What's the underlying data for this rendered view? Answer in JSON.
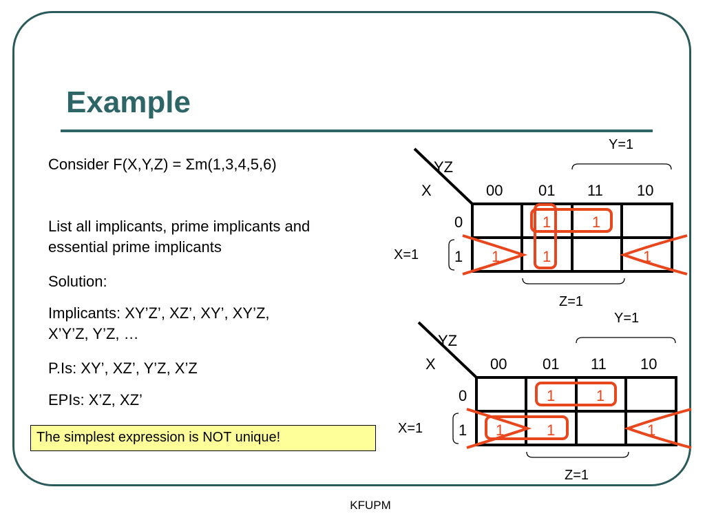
{
  "slide": {
    "title": "Example",
    "footer": "KFUPM",
    "lines": {
      "consider": "Consider F(X,Y,Z) = Σm(1,3,4,5,6)",
      "list1": "List all implicants, prime implicants and",
      "list2": "essential prime implicants",
      "solution": "Solution:",
      "implicants1": "Implicants: XY’Z’, XZ’, XY’, XY’Z,",
      "implicants2": "X’Y’Z, Y’Z, …",
      "pis": "P.Is: XY’, XZ’, Y’Z, X’Z",
      "epis": "EPIs: X’Z, XZ’"
    },
    "note": "The simplest expression is NOT unique!"
  },
  "kmap_labels": {
    "yz": "YZ",
    "x": "X",
    "cols": [
      "00",
      "01",
      "11",
      "10"
    ],
    "rows": [
      "0",
      "1"
    ],
    "y_eq": "Y=1",
    "z_eq": "Z=1",
    "x_eq": "X=1"
  },
  "kmaps": [
    {
      "cells": [
        [
          "",
          "1",
          "1",
          ""
        ],
        [
          "1",
          "1",
          "",
          "1"
        ]
      ],
      "groups": [
        "X’Z (row 0, cols 01–11)",
        "Y’Z (col 01, rows 0–1)",
        "XZ’ (row 1, cols 00 and 10 wrap-around)"
      ]
    },
    {
      "cells": [
        [
          "",
          "1",
          "1",
          ""
        ],
        [
          "1",
          "1",
          "",
          "1"
        ]
      ],
      "groups": [
        "X’Z (row 0, cols 01–11)",
        "XY’ (row 1, cols 00–01)",
        "XZ’ (row 1, cols 00 and 10 wrap-around)"
      ]
    }
  ],
  "colors": {
    "title": "#2e6668",
    "group": "#e8461c",
    "note_bg": "#ffff99",
    "frame": "#2b5a5a"
  }
}
